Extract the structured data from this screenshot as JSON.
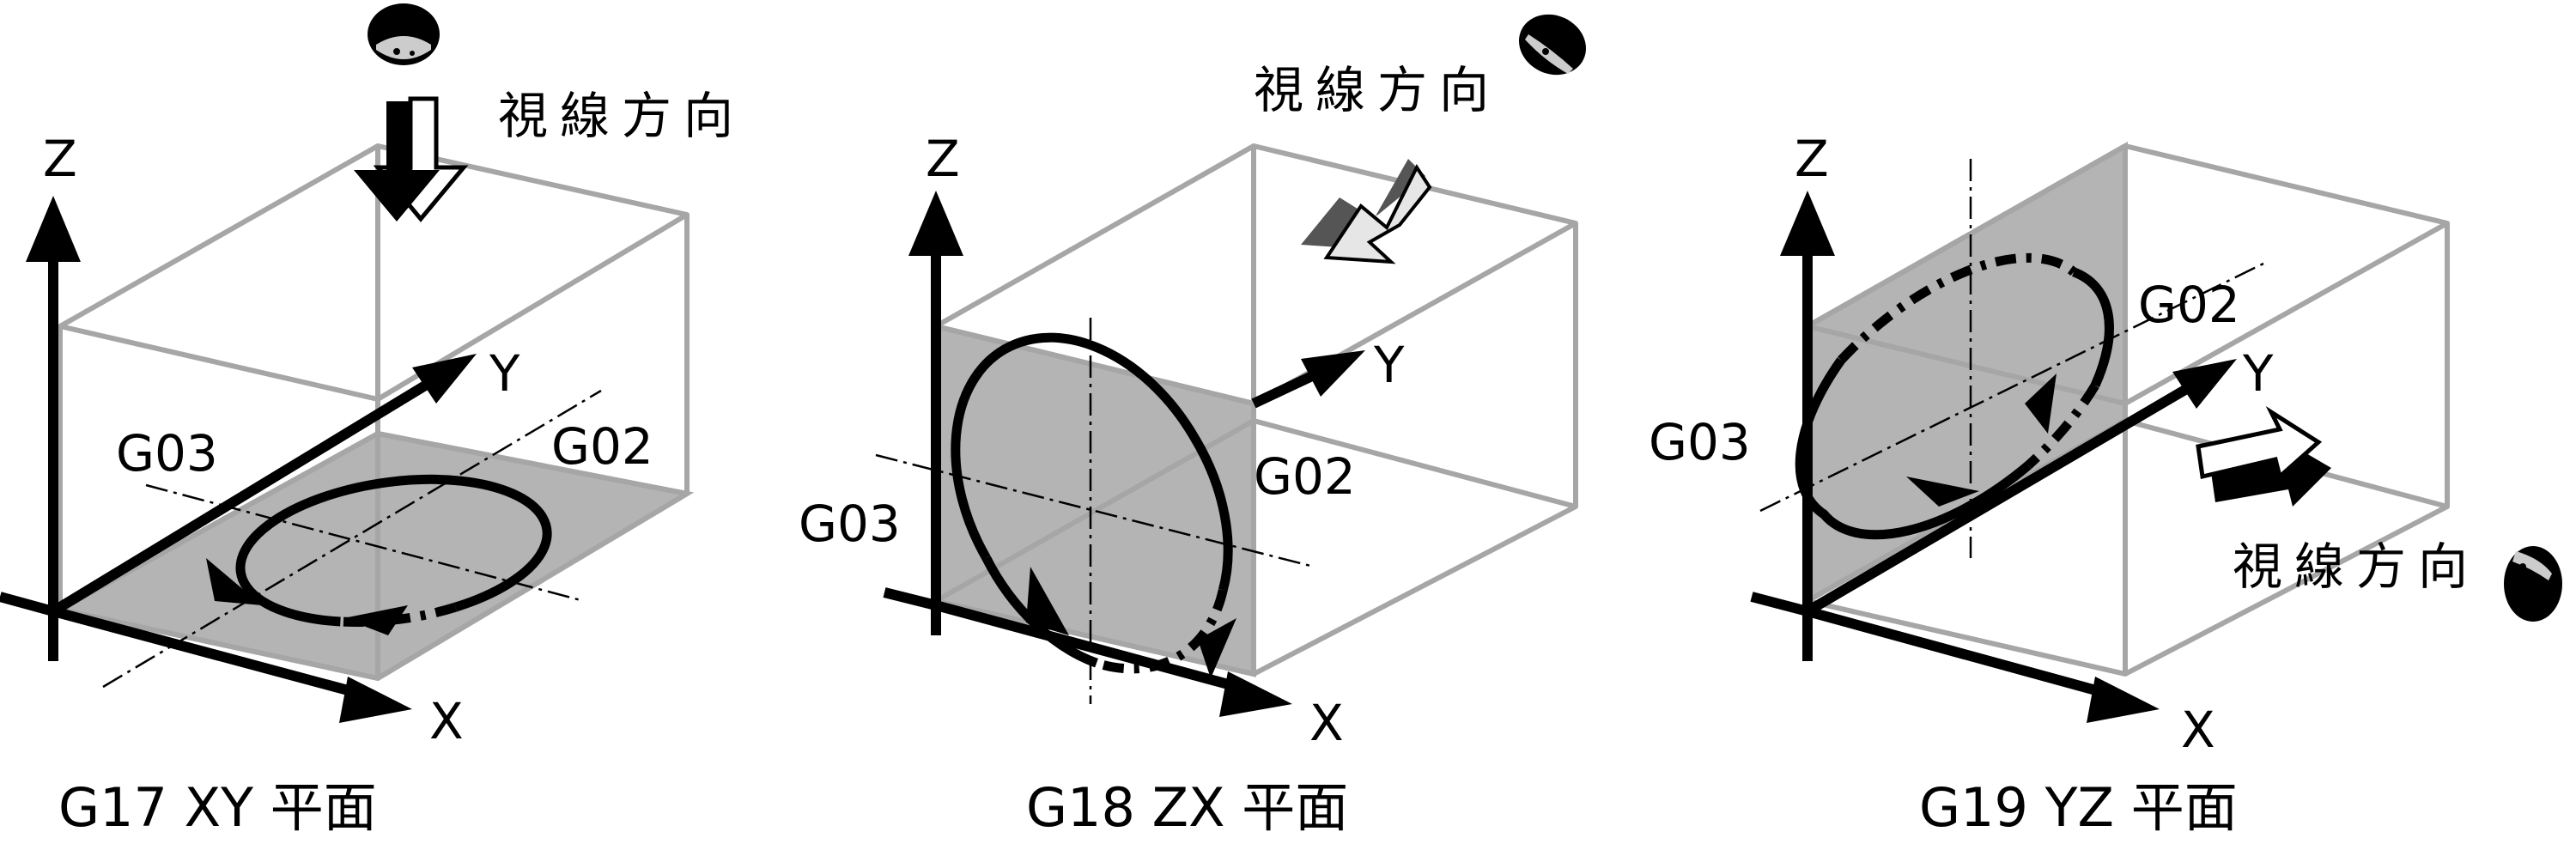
{
  "diagrams": [
    {
      "id": "g17",
      "caption": "G17 XY 平面",
      "axes": {
        "x": "X",
        "y": "Y",
        "z": "Z"
      },
      "cw_label": "G02",
      "ccw_label": "G03",
      "view_label": "視線方向",
      "plane": "XY"
    },
    {
      "id": "g18",
      "caption": "G18 ZX 平面",
      "axes": {
        "x": "X",
        "y": "Y",
        "z": "Z"
      },
      "cw_label": "G02",
      "ccw_label": "G03",
      "view_label": "視線方向",
      "plane": "ZX"
    },
    {
      "id": "g19",
      "caption": "G19 YZ 平面",
      "axes": {
        "x": "X",
        "y": "Y",
        "z": "Z"
      },
      "cw_label": "G02",
      "ccw_label": "G03",
      "view_label": "視線方向",
      "plane": "YZ"
    }
  ],
  "colors": {
    "plane_fill": "#b4b4b4",
    "box_edge": "#a6a6a6",
    "axis": "#000000"
  },
  "icons": [
    "eye-icon",
    "view-direction-arrow-icon"
  ]
}
